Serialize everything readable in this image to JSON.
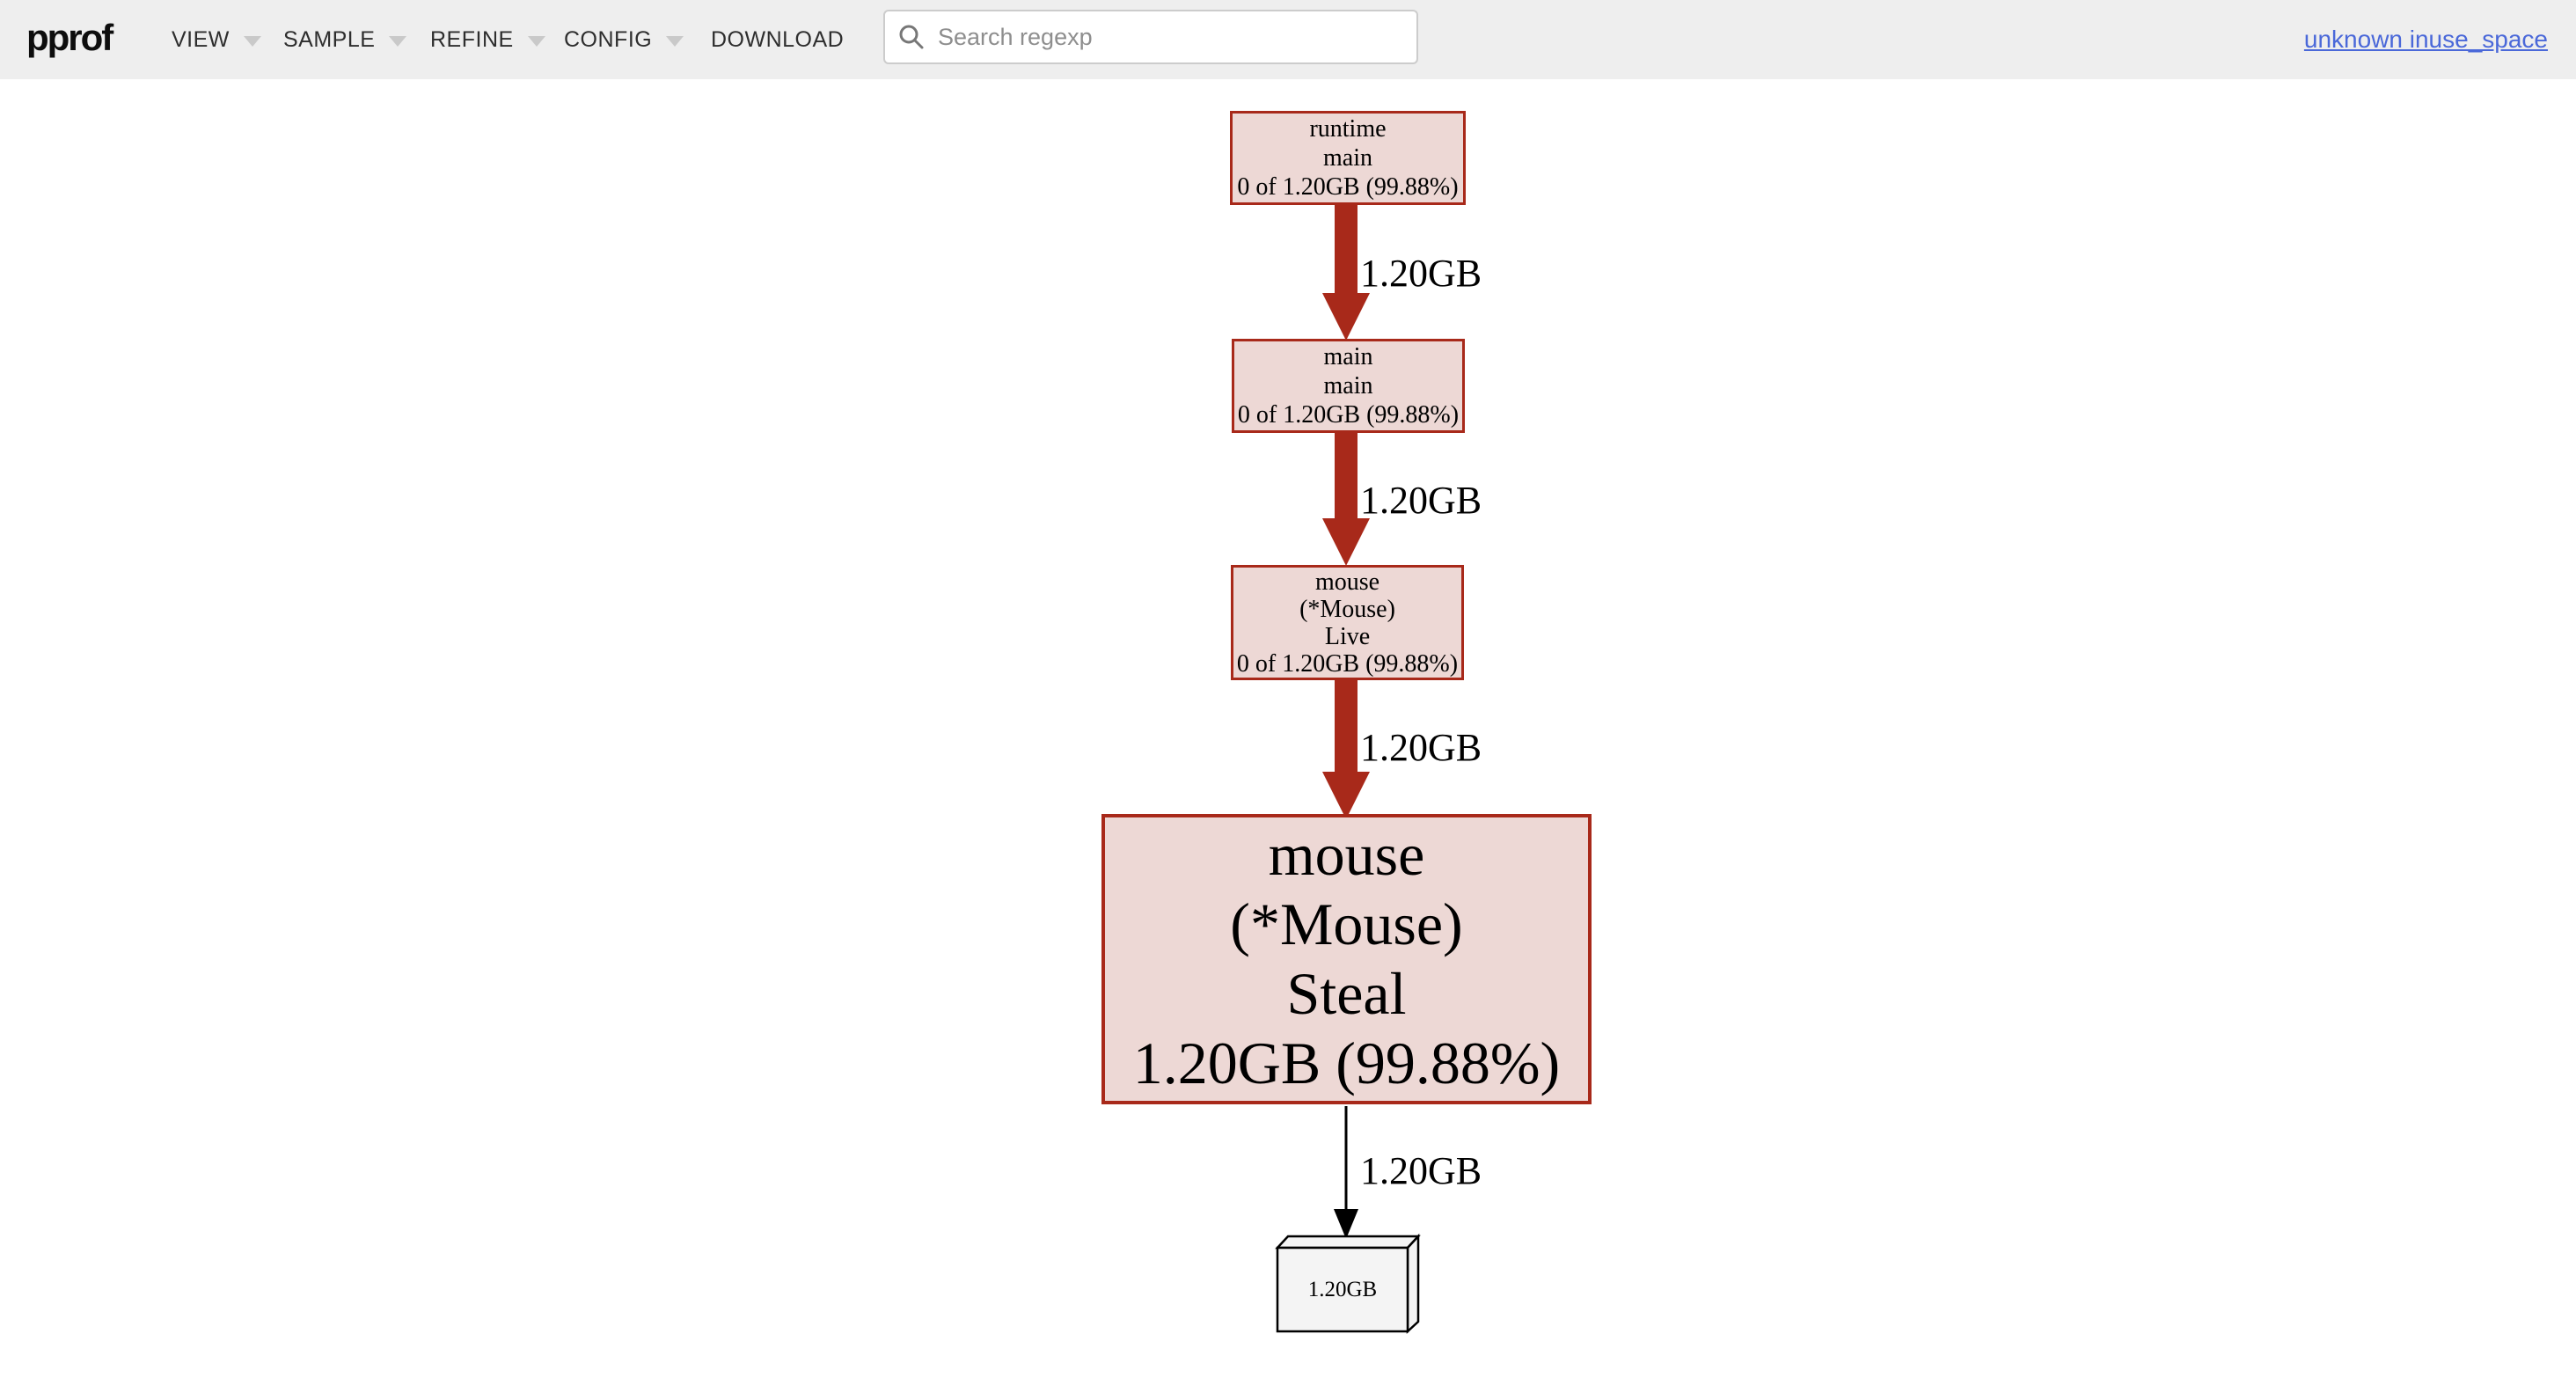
{
  "app": {
    "logo": "pprof"
  },
  "header": {
    "menus": [
      {
        "label": "VIEW",
        "has_dropdown": true
      },
      {
        "label": "SAMPLE",
        "has_dropdown": true
      },
      {
        "label": "REFINE",
        "has_dropdown": true
      },
      {
        "label": "CONFIG",
        "has_dropdown": true
      },
      {
        "label": "DOWNLOAD",
        "has_dropdown": false
      }
    ],
    "search": {
      "placeholder": "Search regexp"
    },
    "profile_link": {
      "label": "unknown inuse_space"
    }
  },
  "colors": {
    "header_bg": "#eeeeee",
    "hot_node_fill": "#edd8d5",
    "hot_node_border": "#a8291a",
    "hot_edge": "#a8291a",
    "thin_edge": "#000000",
    "sink_fill": "#f4f4f4",
    "link": "#4a68d9"
  },
  "graph": {
    "nodes": [
      {
        "name": "runtime-main",
        "lines": [
          "runtime",
          "main",
          "0 of 1.20GB (99.88%)"
        ]
      },
      {
        "name": "main-main",
        "lines": [
          "main",
          "main",
          "0 of 1.20GB (99.88%)"
        ]
      },
      {
        "name": "mouse-live",
        "lines": [
          "mouse",
          "(*Mouse)",
          "Live",
          "0 of 1.20GB (99.88%)"
        ]
      },
      {
        "name": "mouse-steal",
        "lines": [
          "mouse",
          "(*Mouse)",
          "Steal",
          "1.20GB (99.88%)"
        ]
      },
      {
        "name": "sink",
        "lines": [
          "1.20GB"
        ]
      }
    ],
    "edges": [
      {
        "from": "runtime-main",
        "to": "main-main",
        "label": "1.20GB"
      },
      {
        "from": "main-main",
        "to": "mouse-live",
        "label": "1.20GB"
      },
      {
        "from": "mouse-live",
        "to": "mouse-steal",
        "label": "1.20GB"
      },
      {
        "from": "mouse-steal",
        "to": "sink",
        "label": "1.20GB"
      }
    ]
  }
}
